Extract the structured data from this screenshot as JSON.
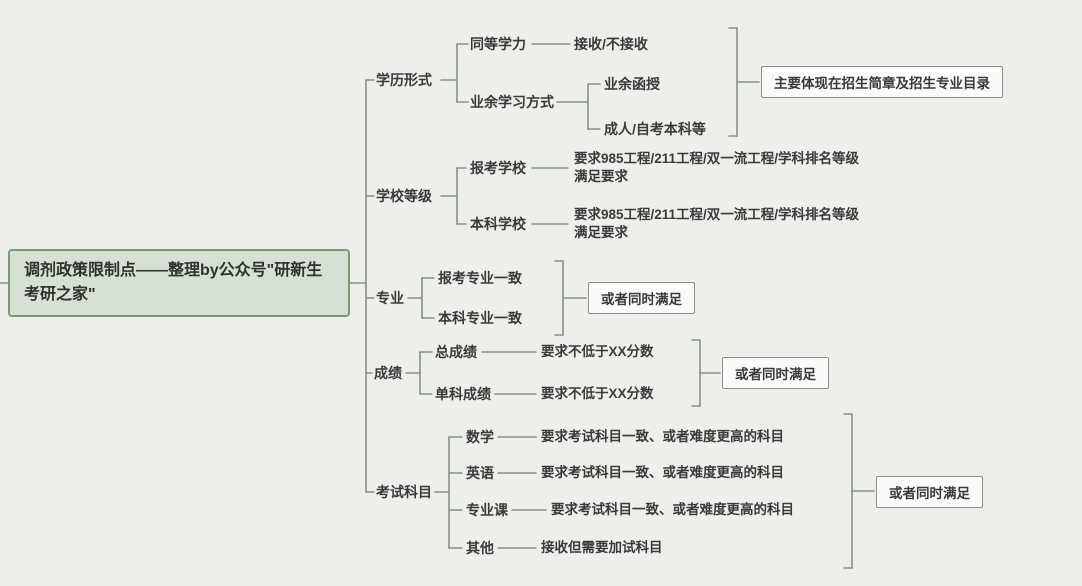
{
  "colors": {
    "background": "#edefeb",
    "root_fill": "#d6e1d4",
    "root_border": "#7d977b",
    "line": "#8a8f8a",
    "text": "#3a3a3a",
    "note_fill": "#fafaf8"
  },
  "root": {
    "label": "调剂政策限制点——整理by公众号\"研新生考研之家\""
  },
  "branches": {
    "xueli": {
      "label": "学历形式",
      "tongdeng": "同等学力",
      "tongdeng_value": "接收/不接收",
      "yeyu": "业余学习方式",
      "yeyu_child1": "业余函授",
      "yeyu_child2": "成人/自考本科等",
      "note": "主要体现在招生简章及招生专业目录"
    },
    "xuexiao": {
      "label": "学校等级",
      "baokao": "报考学校",
      "baokao_req1": "要求985工程/211工程/双一流工程/学科排名等级",
      "baokao_req2": "满足要求",
      "benke": "本科学校",
      "benke_req1": "要求985工程/211工程/双一流工程/学科排名等级",
      "benke_req2": "满足要求"
    },
    "zhuanye": {
      "label": "专业",
      "child1": "报考专业一致",
      "child2": "本科专业一致",
      "note": "或者同时满足"
    },
    "chengji": {
      "label": "成绩",
      "zong": "总成绩",
      "zong_req": "要求不低于XX分数",
      "danke": "单科成绩",
      "danke_req": "要求不低于XX分数",
      "note": "或者同时满足"
    },
    "kaoshi": {
      "label": "考试科目",
      "math": "数学",
      "math_req": "要求考试科目一致、或者难度更高的科目",
      "english": "英语",
      "english_req": "要求考试科目一致、或者难度更高的科目",
      "major": "专业课",
      "major_req": "要求考试科目一致、或者难度更高的科目",
      "other": "其他",
      "other_req": "接收但需要加试科目",
      "note": "或者同时满足"
    }
  }
}
